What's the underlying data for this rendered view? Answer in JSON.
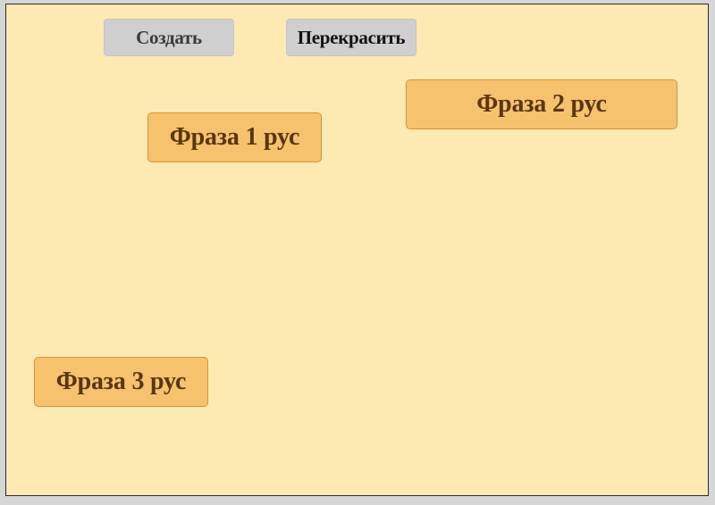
{
  "toolbar": {
    "create_label": "Создать",
    "recolor_label": "Перекрасить"
  },
  "phrases": [
    {
      "label": "Фраза 1 рус"
    },
    {
      "label": "Фраза 2 рус"
    },
    {
      "label": "Фраза 3 рус"
    }
  ],
  "colors": {
    "background": "#fde9b2",
    "phrase_fill": "#f7c26e",
    "phrase_border": "#d6923a",
    "phrase_text": "#5a3610",
    "button_fill": "#cfcfcf"
  }
}
